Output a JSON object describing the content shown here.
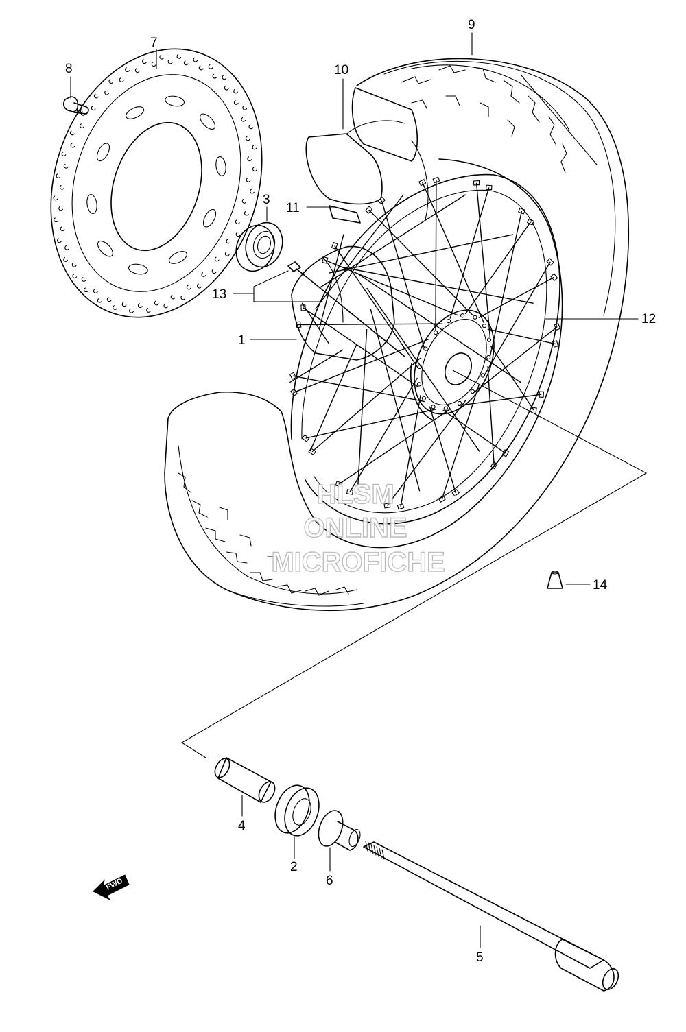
{
  "diagram": {
    "callouts": [
      {
        "id": "c1",
        "label": "1"
      },
      {
        "id": "c2",
        "label": "2"
      },
      {
        "id": "c3",
        "label": "3"
      },
      {
        "id": "c4",
        "label": "4"
      },
      {
        "id": "c5",
        "label": "5"
      },
      {
        "id": "c6",
        "label": "6"
      },
      {
        "id": "c7",
        "label": "7"
      },
      {
        "id": "c8",
        "label": "8"
      },
      {
        "id": "c9",
        "label": "9"
      },
      {
        "id": "c10",
        "label": "10"
      },
      {
        "id": "c11",
        "label": "11"
      },
      {
        "id": "c12",
        "label": "12"
      },
      {
        "id": "c13",
        "label": "13"
      },
      {
        "id": "c14",
        "label": "14"
      }
    ],
    "direction_arrow": {
      "label": "FWD",
      "icon": "forward-arrow-icon"
    },
    "watermark": {
      "lines": [
        "HLSM",
        "ONLINE",
        "MICROFICHE"
      ],
      "color": "#b8b8b8"
    },
    "line_color": "#000000",
    "background": "#ffffff"
  }
}
